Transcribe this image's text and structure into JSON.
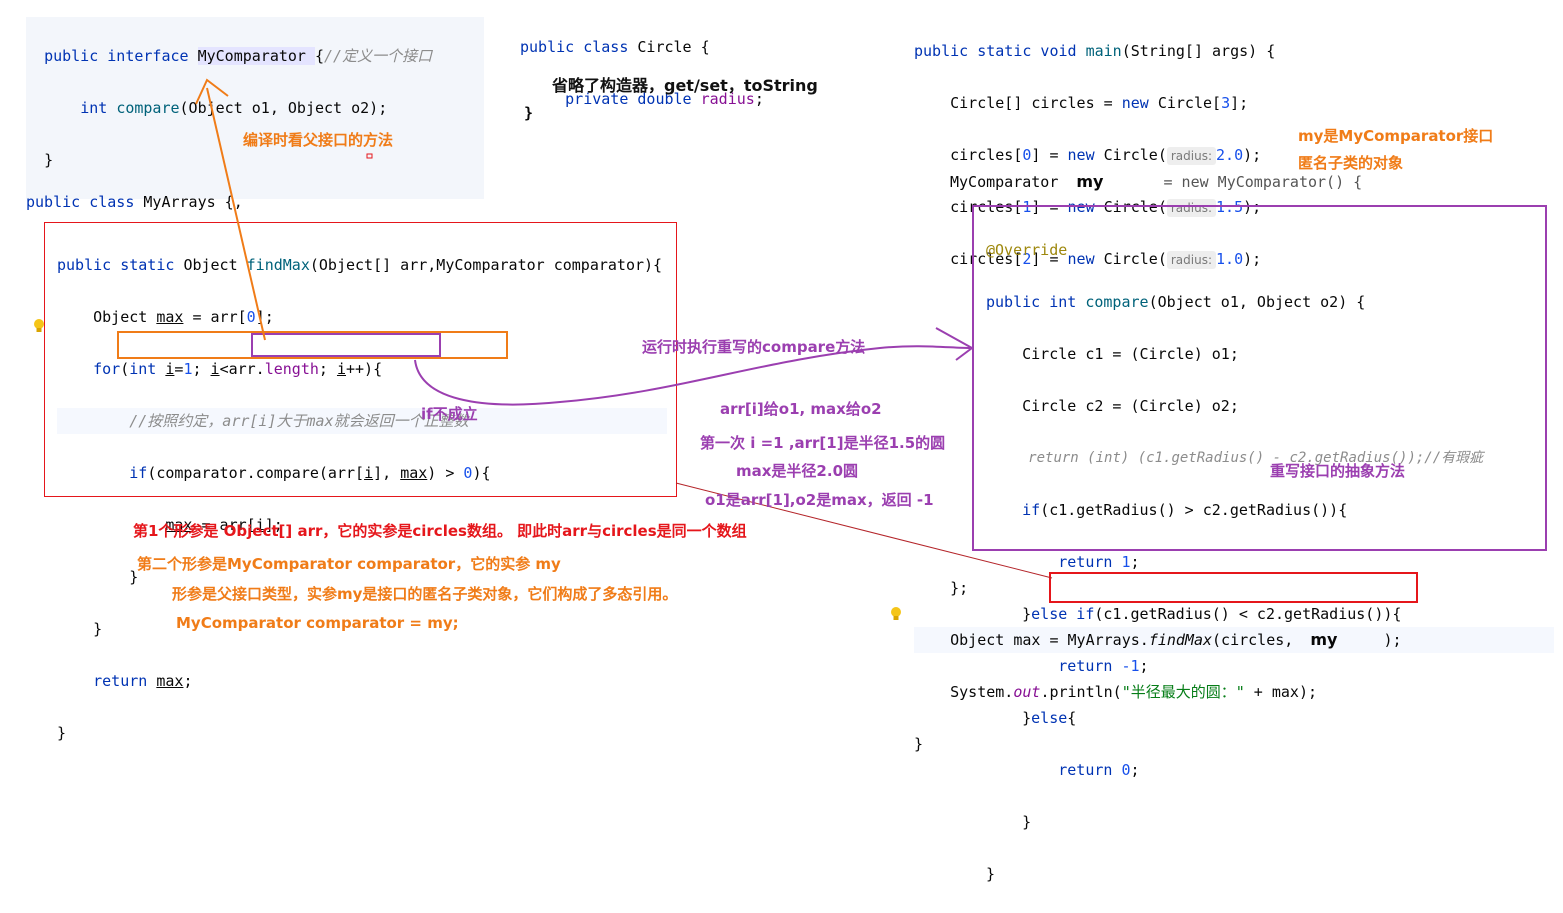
{
  "interface_code": {
    "l1_kw": "public interface ",
    "l1_name": "MyComparator ",
    "l1_brace": "{",
    "l1_comment": "//定义一个接口",
    "l2_kw": "int ",
    "l2_fn": "compare",
    "l2_rest": "(Object o1, Object o2);",
    "l3": "}"
  },
  "circle_code": {
    "l1_kw": "public class ",
    "l1_rest": "Circle {",
    "l2_kw": "private double ",
    "l2_field": "radius",
    "l2_end": ";",
    "note": "省略了构造器，get/set，toString",
    "close": "}"
  },
  "myarrays_code": {
    "header_kw": "public class ",
    "header_rest": "MyArrays {,",
    "m1_kw": "public static ",
    "m1_type": "Object ",
    "m1_fn": "findMax",
    "m1_rest": "(Object[] arr,MyComparator comparator){",
    "m2_a": "Object ",
    "m2_var": "max",
    "m2_b": " = arr[",
    "m2_num": "0",
    "m2_c": "];",
    "m3_kw": "for",
    "m3_a": "(",
    "m3_kw2": "int ",
    "m3_i": "i",
    "m3_b": "=",
    "m3_num": "1",
    "m3_c": "; ",
    "m3_i2": "i",
    "m3_d": "<arr.",
    "m3_len": "length",
    "m3_e": "; ",
    "m3_i3": "i",
    "m3_f": "++){",
    "m4_comment": "//按照约定，arr[i]大于max就会返回一个正整数",
    "m5_kw": "if",
    "m5_a": "(comparator.",
    "m5_b": "compare(arr[",
    "m5_i": "i",
    "m5_c": "], ",
    "m5_max": "max",
    "m5_d": ") ",
    "m5_e": "> ",
    "m5_num": "0",
    "m5_f": "){",
    "m6_max": "max",
    "m6_a": " = arr[",
    "m6_i": "i",
    "m6_b": "];",
    "m7": "}",
    "m8": "}",
    "m9_kw": "return ",
    "m9_max": "max",
    "m9_end": ";",
    "m10": "}"
  },
  "main_code": {
    "l1_kw": "public static void ",
    "l1_fn": "main",
    "l1_rest": "(String[] args) {",
    "l2_a": "Circle[] circles = ",
    "l2_kw": "new ",
    "l2_b": "Circle[",
    "l2_num": "3",
    "l2_c": "];",
    "circles": [
      {
        "idx": "0",
        "val": "2.0"
      },
      {
        "idx": "1",
        "val": "1.5"
      },
      {
        "idx": "2",
        "val": "1.0"
      }
    ],
    "hint_label": "radius:",
    "circ_prefix": "circles[",
    "circ_mid": "] = ",
    "circ_new": "new ",
    "circ_ctor": "Circle(",
    "circ_end": ");",
    "my_decl_type": "MyComparator",
    "my_var": "my",
    "my_decl_rest": "= new MyComparator() {",
    "override": "@Override",
    "cmp_kw": "public int ",
    "cmp_fn": "compare",
    "cmp_rest": "(Object o1, Object o2) {",
    "c1_line": "Circle c1 = (Circle) o1;",
    "c2_line": "Circle c2 = (Circle) o2;",
    "commented_return": "return (int) (c1.getRadius() - c2.getRadius());//有瑕疵",
    "if_kw": "if",
    "if_rest": "(c1.getRadius() > c2.getRadius()){",
    "ret_kw": "return ",
    "ret1": "1",
    "semicolon": ";",
    "elseif_a": "}",
    "elseif_kw": "else if",
    "elseif_rest": "(c1.getRadius() < c2.getRadius()){",
    "retm1": "-1",
    "else_a": "}",
    "else_kw": "else",
    "else_b": "{",
    "ret0": "0",
    "close_inner": "}",
    "close_anon": "};",
    "find_a": "Object max = ",
    "find_b": "MyArrays.",
    "find_fn": "findMax",
    "find_c": "(circles, ",
    "find_d": ");",
    "print_a": "System.",
    "print_out": "out",
    "print_b": ".println(",
    "print_str": "\"半径最大的圆：\"",
    "print_c": " + max);",
    "close_main": "}"
  },
  "annotations": {
    "compile_time": "编译时看父接口的方法",
    "runtime": "运行时执行重写的compare方法",
    "if_false": "if不成立",
    "arr_to_o1": "arr[i]给o1, max给o2",
    "first_iter": "第一次 i =1 ,arr[1]是半径1.5的圆",
    "max_is": "max是半径2.0圆",
    "o1_o2": "o1是arr[1],o2是max，返回 -1",
    "my_is": "my是MyComparator接口",
    "anon_obj": "匿名子类的对象",
    "override_note": "重写接口的抽象方法",
    "param1": "第1个形参是 Object[]  arr，它的实参是circles数组。 即此时arr与circles是同一个数组",
    "param2": "第二个形参是MyComparator comparator，它的实参 my",
    "param3": "形参是父接口类型，实参my是接口的匿名子类对象，它们构成了多态引用。",
    "param4": "MyComparator comparator = my;"
  },
  "colors": {
    "orange": "#f07c18",
    "purple": "#9b3fb0",
    "red": "#e5161b"
  }
}
